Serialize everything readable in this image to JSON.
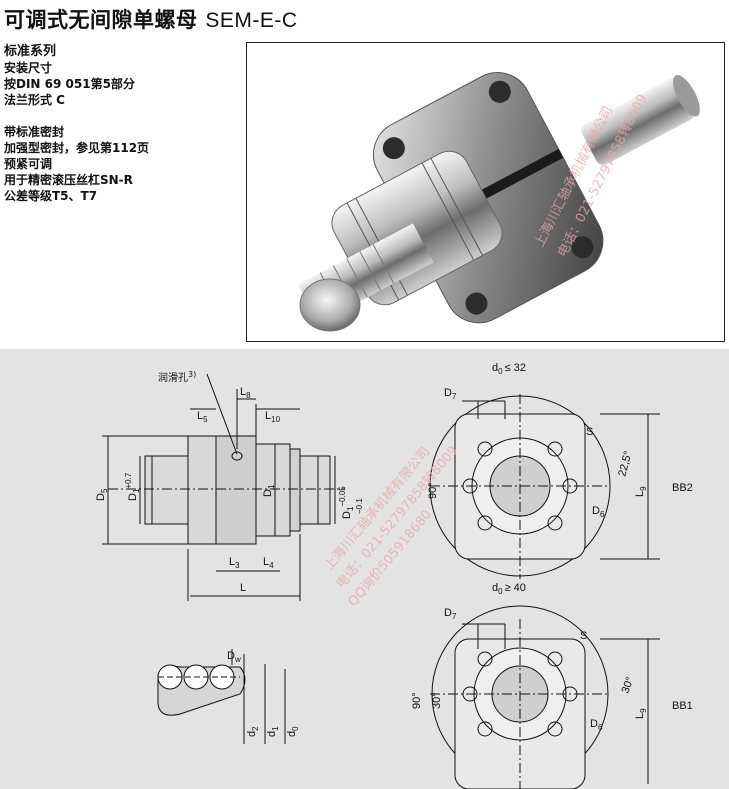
{
  "title_cn": "可调式无间隙单螺母",
  "title_code": "SEM-E-C",
  "specs": {
    "heading": "标准系列",
    "lines_a": [
      "安装尺寸",
      "按DIN 69 051第5部分",
      "法兰形式 C"
    ],
    "lines_b": [
      "带标准密封",
      "加强型密封，参见第112页",
      "预紧可调",
      "用于精密滚压丝杠SN-R",
      "公差等级T5、T7"
    ]
  },
  "drawing": {
    "lube_label": "润滑孔",
    "lube_sup": "3)",
    "tol_d1_upper": "+0.7",
    "tol_d1_lower": "−0.05",
    "tol_d1_lower2": "−0.1",
    "deg_22_5": "22,5°",
    "deg_90": "90°",
    "deg_30": "30°",
    "cond_top": "≤ 32",
    "cond_bottom": "≥ 40",
    "bb2": "BB2",
    "bb1": "BB1",
    "labels": {
      "D": "D",
      "L": "L",
      "S": "S",
      "d": "d",
      "sub5": "5",
      "sub1": "1",
      "sub8": "8",
      "sub10": "10",
      "sub3": "3",
      "sub4": "4",
      "sub7": "7",
      "sub9": "9",
      "sub6": "6",
      "sub0": "0",
      "sub2": "2",
      "subw": "w"
    }
  },
  "watermark": {
    "line1": "上海川汇轴承机械有限公司",
    "line2": "电话：021-52797858转8009",
    "line3": "QQ询价505918680"
  }
}
